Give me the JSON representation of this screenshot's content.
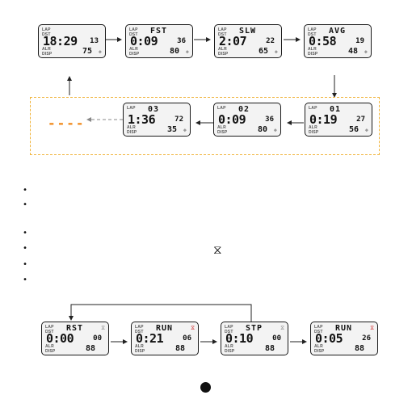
{
  "top_row": [
    {
      "mode": "",
      "main": "18:29",
      "small": "13",
      "bottom": "75"
    },
    {
      "mode": "FST",
      "main": "0:09",
      "small": "36",
      "bottom": "80"
    },
    {
      "mode": "SLW",
      "main": "2:07",
      "small": "22",
      "bottom": "65"
    },
    {
      "mode": "AVG",
      "main": "0:58",
      "small": "19",
      "bottom": "48"
    }
  ],
  "lap_row": [
    {
      "mode": "03",
      "main": "1:36",
      "small": "72",
      "bottom": "35"
    },
    {
      "mode": "02",
      "main": "0:09",
      "small": "36",
      "bottom": "80"
    },
    {
      "mode": "01",
      "main": "0:19",
      "small": "27",
      "bottom": "56"
    }
  ],
  "lcd_labels": {
    "lap": "LAP",
    "dst": "DST",
    "alr": "ALR",
    "disp": "DISP"
  },
  "orange_marker": "----",
  "bullets": [
    "•",
    "•",
    "•",
    "•",
    "•",
    "•"
  ],
  "timer_icon": "⧖",
  "bottom_row": [
    {
      "mode": "RST",
      "main": "0:00",
      "small": "00",
      "bottom": "88",
      "icon": "⧖"
    },
    {
      "mode": "RUN",
      "main": "0:21",
      "small": "06",
      "bottom": "88",
      "icon": "⧖"
    },
    {
      "mode": "STP",
      "main": "0:10",
      "small": "00",
      "bottom": "88",
      "icon": "⧖"
    },
    {
      "mode": "RUN",
      "main": "0:05",
      "small": "26",
      "bottom": "88",
      "icon": "⧖"
    }
  ],
  "colors": {
    "accent_orange": "#f08a1c",
    "dashed_box": "#f0b43c",
    "stop_icon": "#d03030"
  }
}
